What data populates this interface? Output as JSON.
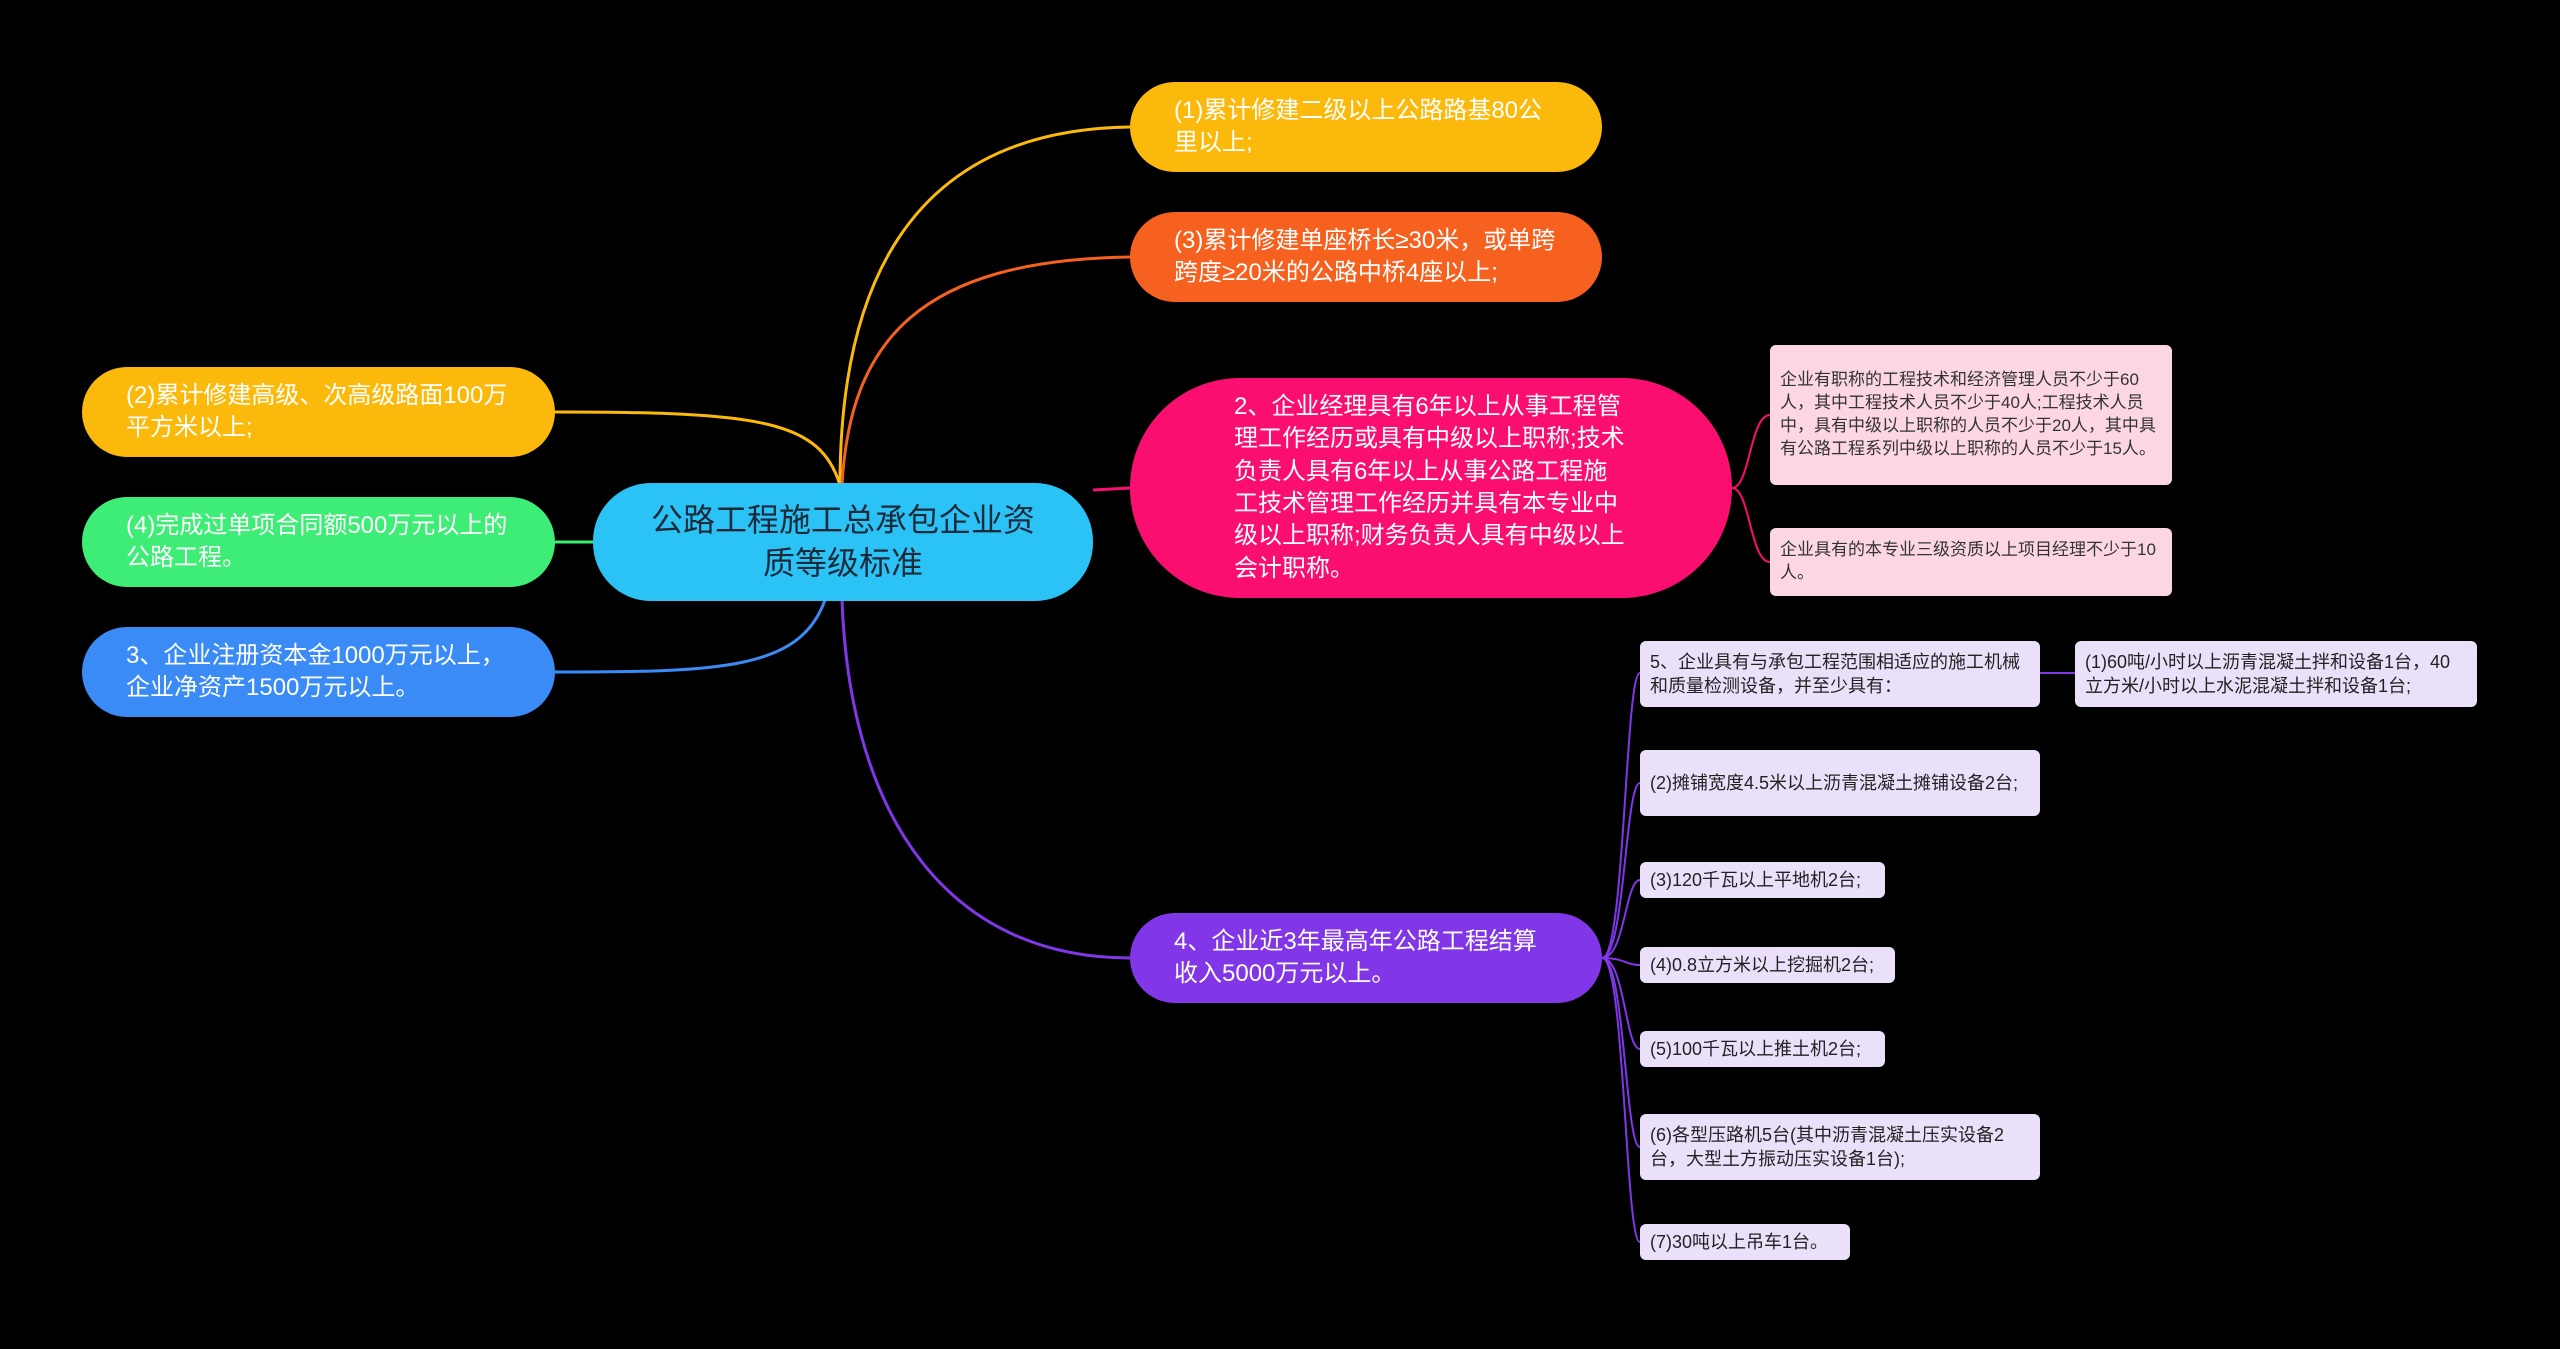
{
  "root": {
    "title": "公路工程施工总承包企业资质等级标准"
  },
  "branches": {
    "b1": "(1)累计修建二级以上公路路基80公里以上;",
    "b2": "(3)累计修建单座桥长≥30米，或单跨跨度≥20米的公路中桥4座以上;",
    "b3": "2、企业经理具有6年以上从事工程管理工作经历或具有中级以上职称;技术负责人具有6年以上从事公路工程施工技术管理工作经历并具有本专业中级以上职称;财务负责人具有中级以上会计职称。",
    "b4": "4、企业近3年最高年公路工程结算收入5000万元以上。",
    "l1": "(2)累计修建高级、次高级路面100万平方米以上;",
    "l2": "(4)完成过单项合同额500万元以上的公路工程。",
    "l3": "3、企业注册资本金1000万元以上，企业净资产1500万元以上。"
  },
  "staff": {
    "s1": "企业有职称的工程技术和经济管理人员不少于60人，其中工程技术人员不少于40人;工程技术人员中，具有中级以上职称的人员不少于20人，其中具有公路工程系列中级以上职称的人员不少于15人。",
    "s2": "企业具有的本专业三级资质以上项目经理不少于10人。"
  },
  "equipment": {
    "e1": "5、企业具有与承包工程范围相适应的施工机械和质量检测设备，并至少具有：",
    "e1a": "(1)60吨/小时以上沥青混凝土拌和设备1台，40立方米/小时以上水泥混凝土拌和设备1台;",
    "e2": "(2)摊铺宽度4.5米以上沥青混凝土摊铺设备2台;",
    "e3": "(3)120千瓦以上平地机2台;",
    "e4": "(4)0.8立方米以上挖掘机2台;",
    "e5": "(5)100千瓦以上推土机2台;",
    "e6": "(6)各型压路机5台(其中沥青混凝土压实设备2台，大型土方振动压实设备1台);",
    "e7": "(7)30吨以上吊车1台。"
  },
  "colors": {
    "background": "#000000",
    "root": "#2bc3f6",
    "yellow": "#fbb90c",
    "orange": "#f6611f",
    "magenta": "#fa0f70",
    "purple": "#8136e8",
    "green": "#3ded76",
    "blue": "#3a8bf6",
    "leaf_purple": "#ebe0fa",
    "leaf_pink": "#fcd7e3"
  }
}
